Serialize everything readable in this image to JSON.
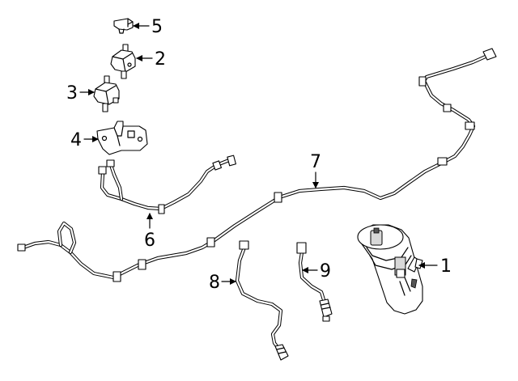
{
  "diagram": {
    "callouts": [
      {
        "id": "1",
        "label": "1",
        "part": "fuel-vapor-canister"
      },
      {
        "id": "2",
        "label": "2",
        "part": "purge-valve-upper"
      },
      {
        "id": "3",
        "label": "3",
        "part": "purge-valve-lower"
      },
      {
        "id": "4",
        "label": "4",
        "part": "mounting-bracket"
      },
      {
        "id": "5",
        "label": "5",
        "part": "connector-clip"
      },
      {
        "id": "6",
        "label": "6",
        "part": "wiring-harness"
      },
      {
        "id": "7",
        "label": "7",
        "part": "long-vapor-line"
      },
      {
        "id": "8",
        "label": "8",
        "part": "oxygen-sensor-upstream"
      },
      {
        "id": "9",
        "label": "9",
        "part": "oxygen-sensor-downstream"
      }
    ]
  }
}
